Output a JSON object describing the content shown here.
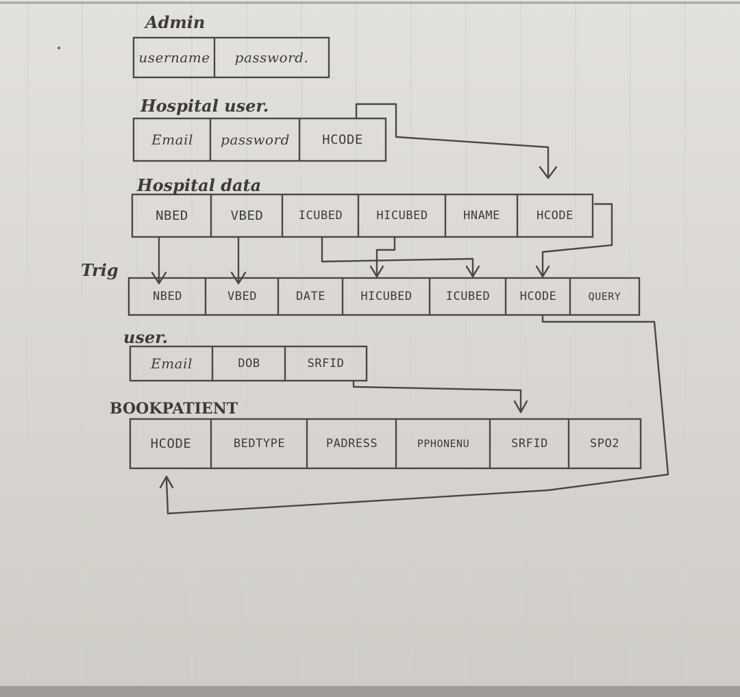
{
  "tables": {
    "admin": {
      "title": "Admin",
      "fields": [
        "username",
        "password."
      ]
    },
    "hospital_user": {
      "title": "Hospital user.",
      "fields": [
        "Email",
        "password",
        "HCODE"
      ]
    },
    "hospital_data": {
      "title": "Hospital data",
      "fields": [
        "NBED",
        "VBED",
        "ICUBED",
        "HICUBED",
        "HNAME",
        "HCODE"
      ]
    },
    "trig": {
      "title": "Trig",
      "fields": [
        "NBED",
        "VBED",
        "DATE",
        "HICUBED",
        "ICUBED",
        "HCODE",
        "QUERY"
      ]
    },
    "user": {
      "title": "user.",
      "fields": [
        "Email",
        "DOB",
        "SRFID"
      ]
    },
    "bookpatient": {
      "title": "BOOKPATIENT",
      "fields": [
        "HCODE",
        "BEDTYPE",
        "PADRESS",
        "PPHONENU",
        "SRFID",
        "SPO2"
      ]
    }
  },
  "colors": {
    "paper": "#e3e1dd",
    "ink": "#4a4744"
  }
}
